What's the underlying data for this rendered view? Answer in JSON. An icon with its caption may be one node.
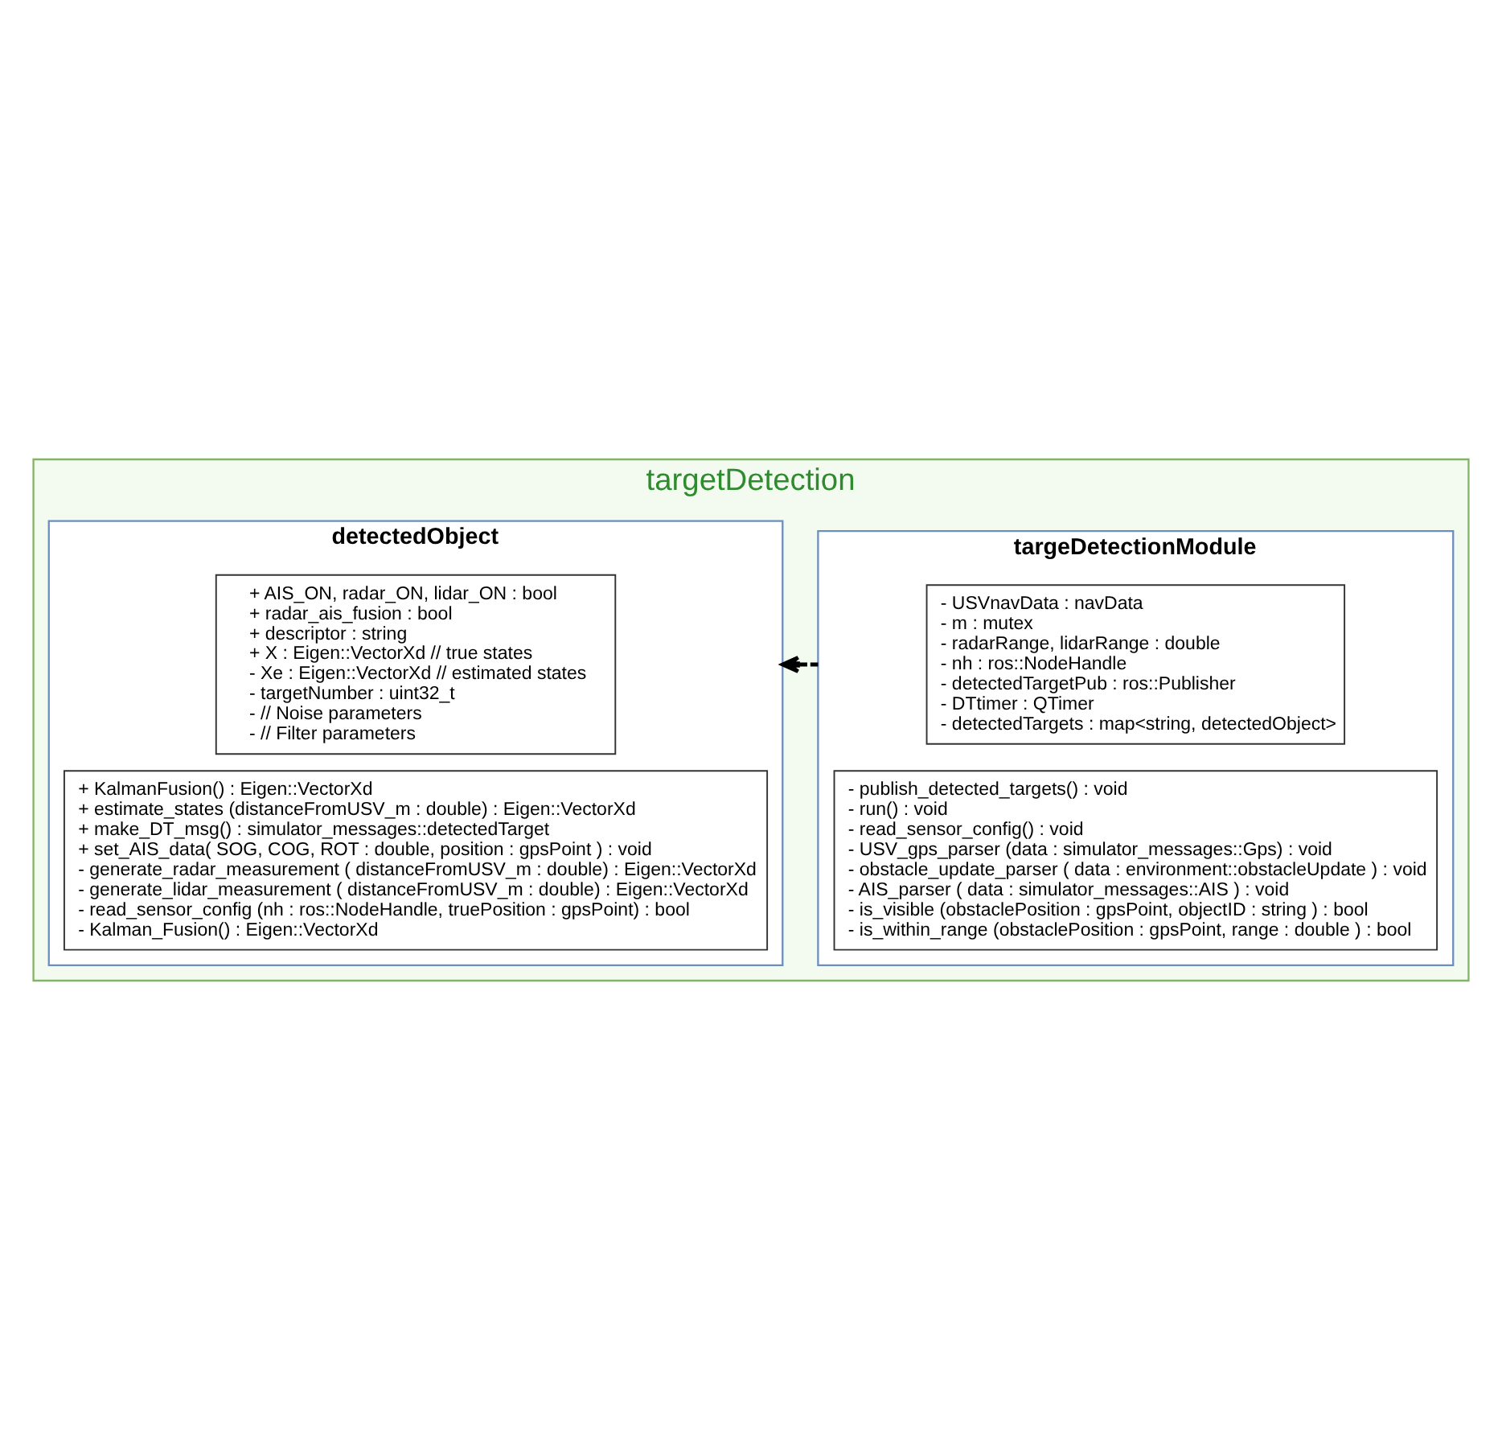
{
  "diagram": {
    "nodes": [
      {
        "text": [
          "targetDetection"
        ]
      },
      {
        "text": [
          "targeDetectionModule"
        ],
        "in": 0
      },
      {
        "text": [
          "- USVnavData : navData",
          "- m : mutex",
          "- radarRange, lidarRange : double",
          "- nh : ros::NodeHandle",
          "- detectedTargetPub : ros::Publisher",
          "- DTtimer : QTimer",
          "- detectedTargets : map<string, detectedObject>"
        ],
        "in": 1
      },
      {
        "text": [
          "- publish_detected_targets() : void",
          "- run() : void",
          "- read_sensor_config() : void",
          "- USV_gps_parser (data : simulator_messages::Gps) : void",
          "- obstacle_update_parser ( data : environment::obstacleUpdate ) : void",
          "- AIS_parser ( data : simulator_messages::AIS ) : void",
          "- is_visible (obstaclePosition : gpsPoint, objectID : string ) : bool",
          "- is_within_range (obstaclePosition : gpsPoint, range : double ) : bool"
        ],
        "in": 1
      },
      {
        "text": [
          "detectedObject"
        ],
        "in": 0
      },
      {
        "text": [
          "+ AIS_ON, radar_ON, lidar_ON : bool",
          "+ radar_ais_fusion : bool",
          "+ descriptor : string",
          "+ X : Eigen::VectorXd // true states",
          "- Xe : Eigen::VectorXd // estimated states",
          "- targetNumber : uint32_t",
          "- // Noise parameters",
          "- // Filter parameters"
        ],
        "in": 4
      },
      {
        "text": [
          "+ KalmanFusion() : Eigen::VectorXd",
          "+ estimate_states (distanceFromUSV_m : double) : Eigen::VectorXd",
          "+ make_DT_msg() : simulator_messages::detectedTarget",
          "+ set_AIS_data( SOG, COG, ROT : double, position : gpsPoint ) : void",
          "- generate_radar_measurement ( distanceFromUSV_m : double) : Eigen::VectorXd",
          "- generate_lidar_measurement ( distanceFromUSV_m : double) : Eigen::VectorXd",
          "- read_sensor_config (nh : ros::NodeHandle, truePosition : gpsPoint) : bool",
          "- Kalman_Fusion() : Eigen::VectorXd"
        ],
        "in": 4
      }
    ],
    "edges": [
      {
        "from": 1,
        "to": 4,
        "arrow": "to",
        "style": "dashed"
      }
    ]
  }
}
